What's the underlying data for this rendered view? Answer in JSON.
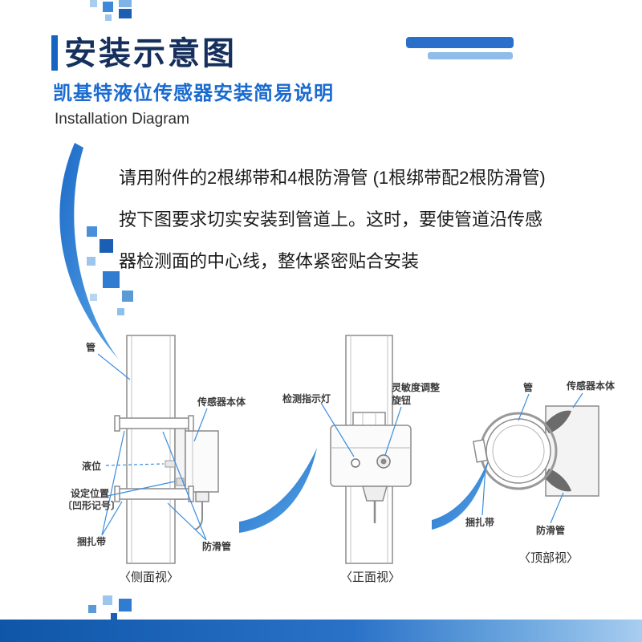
{
  "header": {
    "title": "安装示意图",
    "subtitle": "凯基特液位传感器安装简易说明",
    "subtitle_en": "Installation Diagram"
  },
  "intro": {
    "line1": "请用附件的2根绑带和4根防滑管 (1根绑带配2根防滑管)",
    "line2": "按下图要求切实安装到管道上。这时，要使管道沿传感",
    "line3": "器检测面的中心线，整体紧密贴合安装"
  },
  "side_view": {
    "caption": "〈侧面视〉",
    "pipe_label": "管",
    "sensor_body_label": "传感器本体",
    "liquid_level_label": "液位",
    "set_position_label_1": "设定位置",
    "set_position_label_2": "〔凹形记号〕",
    "binding_band_label": "捆扎带",
    "anti_slip_label": "防滑管"
  },
  "front_view": {
    "caption": "〈正面视〉",
    "indicator_label": "检测指示灯",
    "knob_label_1": "灵敏度调整",
    "knob_label_2": "旋钮"
  },
  "top_view": {
    "caption": "〈顶部视〉",
    "pipe_label": "管",
    "sensor_body_label": "传感器本体",
    "binding_band_label": "捆扎带",
    "anti_slip_label": "防滑管"
  },
  "colors": {
    "accent_blue": "#1565c0",
    "title_navy": "#16305e",
    "subtitle_blue": "#1a6ad0",
    "swoosh_gradient_start": "#1e6bc8",
    "swoosh_gradient_end": "#58a6e8",
    "bottom_bar_start": "#0f56a8",
    "bottom_bar_end": "#a8cdf0",
    "leader_line_blue": "#3b8ede"
  }
}
